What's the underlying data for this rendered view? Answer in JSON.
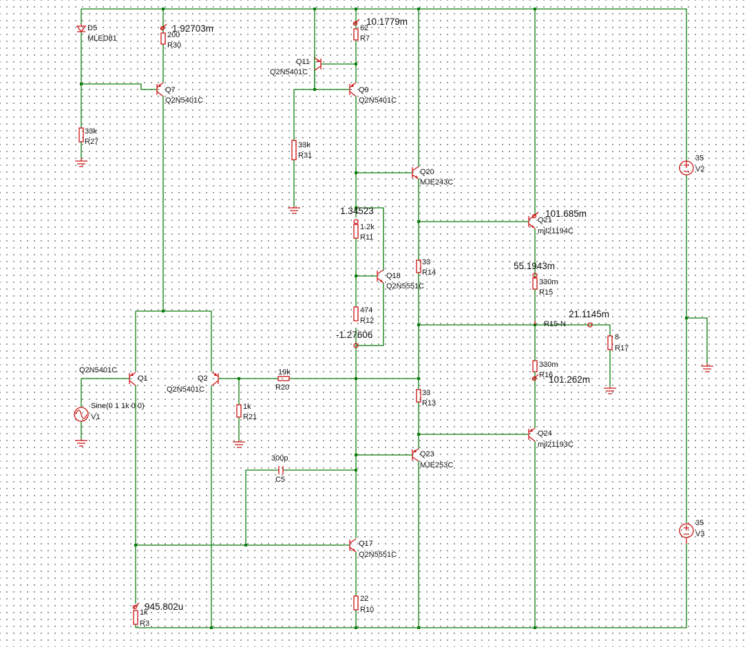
{
  "components": {
    "D5": {
      "ref": "D5",
      "value": "MLED81"
    },
    "R30": {
      "ref": "R30",
      "value": "200"
    },
    "Q7": {
      "ref": "Q7",
      "value": "Q2N5401C"
    },
    "R27": {
      "ref": "R27",
      "value": "33k"
    },
    "R7": {
      "ref": "R7",
      "value": "62"
    },
    "Q11": {
      "ref": "Q11",
      "value": "Q2N5401C"
    },
    "Q9": {
      "ref": "Q9",
      "value": "Q2N5401C"
    },
    "R31": {
      "ref": "R31",
      "value": "33k"
    },
    "Q20": {
      "ref": "Q20",
      "value": "MJE243C"
    },
    "R11": {
      "ref": "R11",
      "value": "1.2k"
    },
    "Q18": {
      "ref": "Q18",
      "value": "Q2N5551C"
    },
    "R12": {
      "ref": "R12",
      "value": "474"
    },
    "R14": {
      "ref": "R14",
      "value": "33"
    },
    "Q21": {
      "ref": "Q21",
      "value": "mjl21194C"
    },
    "R15": {
      "ref": "R15",
      "value": "330m"
    },
    "R17": {
      "ref": "R17",
      "value": "8"
    },
    "R16": {
      "ref": "R16",
      "value": "330m"
    },
    "Q1": {
      "ref": "Q1",
      "value": "Q2N5401C"
    },
    "Q2": {
      "ref": "Q2",
      "value": "Q2N5401C"
    },
    "R20": {
      "ref": "R20",
      "value": "19k"
    },
    "R21": {
      "ref": "R21",
      "value": "1k"
    },
    "V1": {
      "ref": "V1",
      "value": "Sine(0 1 1k 0 0)"
    },
    "R13": {
      "ref": "R13",
      "value": "33"
    },
    "Q24": {
      "ref": "Q24",
      "value": "mjl21193C"
    },
    "C5": {
      "ref": "C5",
      "value": "300p"
    },
    "Q23": {
      "ref": "Q23",
      "value": "MJE253C"
    },
    "Q17": {
      "ref": "Q17",
      "value": "Q2N5551C"
    },
    "R10": {
      "ref": "R10",
      "value": "22"
    },
    "R3": {
      "ref": "R3",
      "value": "1k"
    },
    "V2": {
      "ref": "V2",
      "value": "35"
    },
    "V3": {
      "ref": "V3",
      "value": "35"
    }
  },
  "net_labels": {
    "r15n": "R15-N"
  },
  "measurements": {
    "r30_current": "1.92703m",
    "r7_current": "10.1779m",
    "q18_top": "1.34523",
    "q18_bottom": "-1.27606",
    "q21_current": "101.685m",
    "r15_current": "55.1943m",
    "output_current": "21.1145m",
    "r16_current": "101.262m",
    "r3_current": "945.802u"
  }
}
